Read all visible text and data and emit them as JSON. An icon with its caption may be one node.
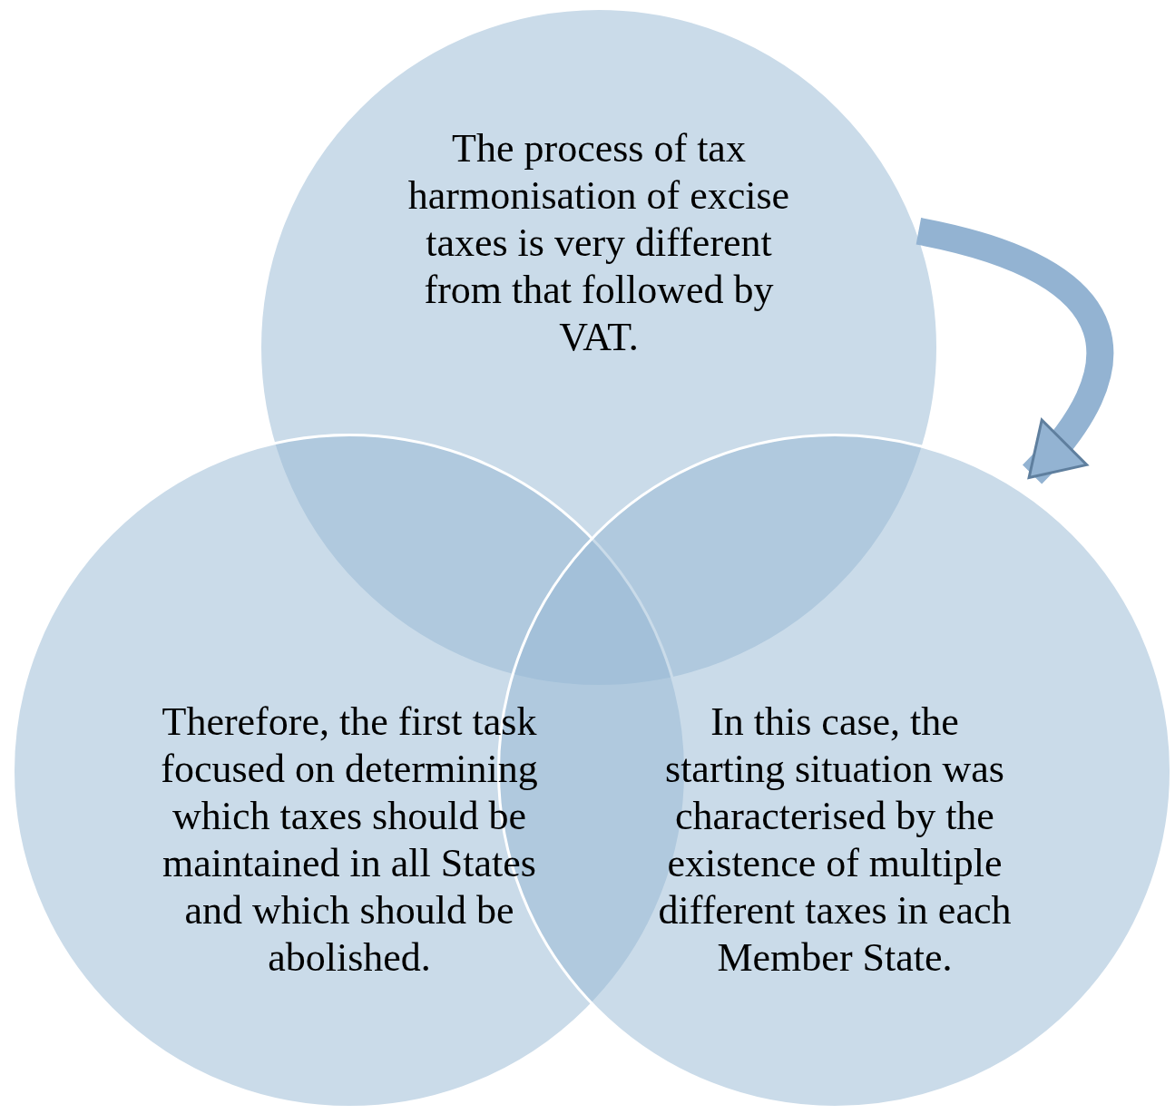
{
  "diagram": {
    "nodes": [
      {
        "text": [
          "The process of tax harmonisation of excise taxes is very different from that followed by VAT."
        ]
      },
      {
        "text": [
          "Therefore, the first task focused on determining which taxes should be maintained in all States and which should be abolished."
        ]
      },
      {
        "text": [
          "In this case, the starting situation was characterised by the existence of multiple different taxes in each Member State."
        ]
      }
    ],
    "edges": [
      {
        "from": 0,
        "to": 2,
        "arrow": "to"
      }
    ]
  }
}
